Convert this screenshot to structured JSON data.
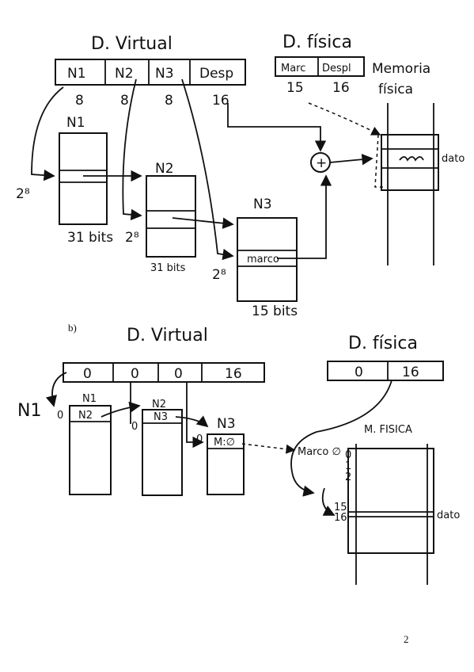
{
  "part_a": {
    "virtual_title": "D. Virtual",
    "virtual_fields": [
      "N1",
      "N2",
      "N3",
      "Desp"
    ],
    "virtual_bits": [
      "8",
      "8",
      "8",
      "16"
    ],
    "physical_title": "D. física",
    "physical_fields": [
      "Marc",
      "Despl"
    ],
    "physical_bits": [
      "15",
      "16"
    ],
    "memory_title_1": "Memoria",
    "memory_title_2": "física",
    "data_label": "dato",
    "n1": {
      "label": "N1",
      "size": "2⁸",
      "width": "31 bits"
    },
    "n2": {
      "label": "N2",
      "size": "2⁸",
      "width": "31 bits"
    },
    "n3": {
      "label": "N3",
      "size": "2⁸",
      "entry": "marco",
      "width": "15 bits"
    },
    "adder": "+"
  },
  "part_b": {
    "section_label": "b)",
    "virtual_title": "D. Virtual",
    "virtual_fields": [
      "0",
      "0",
      "0",
      "16"
    ],
    "physical_title": "D. física",
    "physical_fields": [
      "0",
      "16"
    ],
    "n1_side_label": "N1",
    "n1": {
      "label": "N1",
      "index": "0",
      "entry": "N2"
    },
    "n2": {
      "label": "N2",
      "index": "0",
      "entry": "N3"
    },
    "n3": {
      "label": "N3",
      "index": "0",
      "entry": "M:∅"
    },
    "marco_label": "Marco ∅",
    "memory_title": "M. FISICA",
    "memory_rows": [
      "0",
      "1",
      "2",
      "15",
      "16"
    ],
    "data_label": "dato"
  },
  "page_number": "2"
}
